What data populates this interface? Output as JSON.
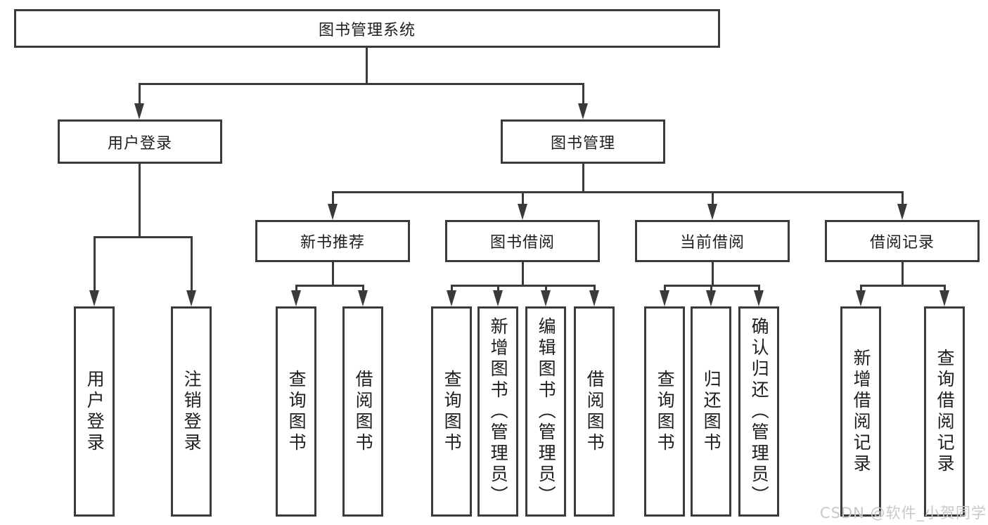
{
  "colors": {
    "line": "#3a3a3a",
    "text": "#1e1e1e",
    "watermark": "#c8c8c8",
    "background": "#ffffff"
  },
  "diagram": {
    "root": {
      "label": "图书管理系统"
    },
    "level1": {
      "user_login": {
        "label": "用户登录"
      },
      "book_mgmt": {
        "label": "图书管理"
      }
    },
    "level2": {
      "new_book_rec": {
        "label": "新书推荐"
      },
      "book_borrow": {
        "label": "图书借阅"
      },
      "current_borrow": {
        "label": "当前借阅"
      },
      "borrow_records": {
        "label": "借阅记录"
      }
    },
    "leaf": {
      "login": {
        "label": "用户登录"
      },
      "logout": {
        "label": "注销登录"
      },
      "rec_query_book": {
        "label": "查询图书"
      },
      "rec_borrow_book": {
        "label": "借阅图书"
      },
      "bb_query_book": {
        "label": "查询图书"
      },
      "bb_add_book": {
        "label": "新增图书（管理员）"
      },
      "bb_edit_book": {
        "label": "编辑图书（管理员）"
      },
      "bb_borrow_book": {
        "label": "借阅图书"
      },
      "cb_query_book": {
        "label": "查询图书"
      },
      "cb_return_book": {
        "label": "归还图书"
      },
      "cb_confirm_return": {
        "label": "确认归还（管理员）"
      },
      "br_add_record": {
        "label": "新增借阅记录"
      },
      "br_query_record": {
        "label": "查询借阅记录"
      }
    }
  },
  "watermark": {
    "text": "CSDN @软件_小贺同学"
  }
}
